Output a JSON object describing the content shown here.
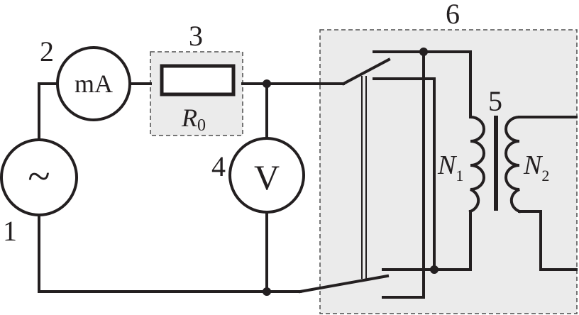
{
  "colors": {
    "ink": "#231f20",
    "box_fill": "#ebebeb",
    "box_border": "#4d4d4d",
    "background": "#ffffff"
  },
  "components": {
    "source": {
      "number": "1",
      "symbol": "~",
      "icon": "ac-source-icon"
    },
    "ammeter": {
      "number": "2",
      "symbol": "mA",
      "icon": "ammeter-icon"
    },
    "resistor": {
      "number": "3",
      "symbol": "R",
      "subscript": "0",
      "icon": "resistor-icon"
    },
    "voltmeter": {
      "number": "4",
      "symbol": "V",
      "icon": "voltmeter-icon"
    },
    "transformer": {
      "number": "5",
      "primary_symbol": "N",
      "primary_subscript": "1",
      "secondary_symbol": "N",
      "secondary_subscript": "2",
      "icon": "transformer-icon"
    },
    "enclosure": {
      "number": "6",
      "icon": "switch-icon"
    }
  }
}
